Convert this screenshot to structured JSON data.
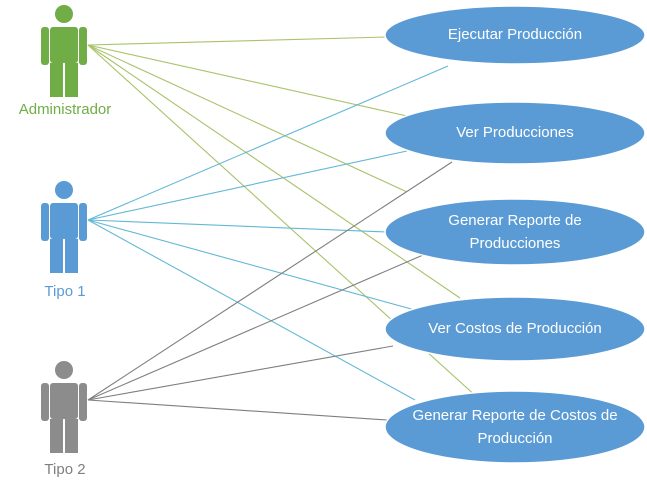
{
  "actors": [
    {
      "id": "admin",
      "label": "Administrador",
      "color": "#70ad47"
    },
    {
      "id": "tipo1",
      "label": "Tipo 1",
      "color": "#5b9bd5"
    },
    {
      "id": "tipo2",
      "label": "Tipo 2",
      "color": "#8c8c8c"
    }
  ],
  "use_cases": [
    {
      "id": "uc1",
      "label": "Ejecutar Producción"
    },
    {
      "id": "uc2",
      "label": "Ver Producciones"
    },
    {
      "id": "uc3",
      "label": "Generar Reporte de\nProducciones"
    },
    {
      "id": "uc4",
      "label": "Ver Costos de Producción"
    },
    {
      "id": "uc5",
      "label": "Generar Reporte de Costos de\nProducción"
    }
  ],
  "connections": {
    "admin": [
      "uc1",
      "uc2",
      "uc3",
      "uc4",
      "uc5"
    ],
    "tipo1": [
      "uc1",
      "uc2",
      "uc3",
      "uc4",
      "uc5"
    ],
    "tipo2": [
      "uc2",
      "uc3",
      "uc4",
      "uc5"
    ]
  },
  "style": {
    "usecase_fill": "#5b9bd5",
    "usecase_stroke": "#ffffff",
    "line_colors": {
      "admin": "#a9c26b",
      "tipo1": "#62b8d6",
      "tipo2": "#7f7f7f"
    }
  }
}
